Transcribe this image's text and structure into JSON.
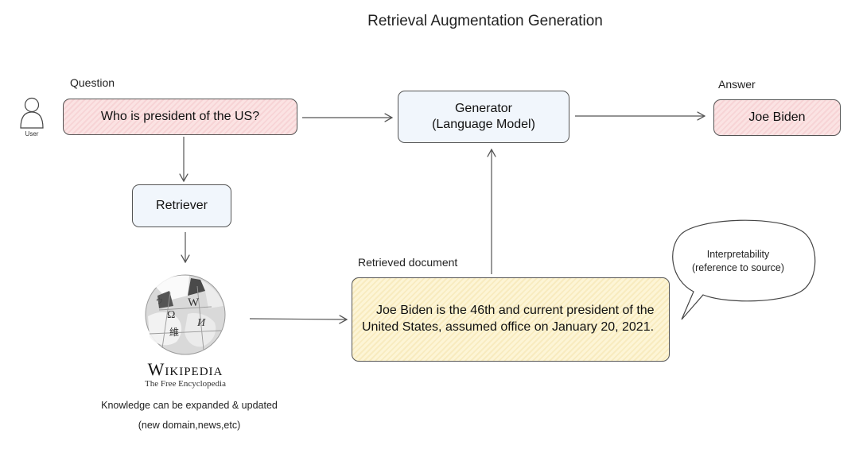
{
  "title": "Retrieval Augmentation Generation",
  "user": {
    "label": "User",
    "icon": "user-icon"
  },
  "question": {
    "heading": "Question",
    "text": "Who is president of the US?"
  },
  "generator": {
    "line1": "Generator",
    "line2": "(Language Model)"
  },
  "answer": {
    "heading": "Answer",
    "text": "Joe Biden"
  },
  "retriever": {
    "text": "Retriever"
  },
  "source": {
    "name": "Wikipedia",
    "tagline": "The Free Encyclopedia",
    "logo_icon": "wikipedia-globe-icon",
    "note_line1": "Knowledge can be expanded & updated",
    "note_line2": "(new domain,news,etc)"
  },
  "document": {
    "heading": "Retrieved document",
    "text": "Joe Biden is the 46th and current president of the United States, assumed office on January 20, 2021."
  },
  "callout": {
    "line1": "Interpretability",
    "line2": "(reference to source)"
  },
  "colors": {
    "pink_fill": "#f9dcdc",
    "blue_fill": "#f1f6fc",
    "yellow_fill": "#fbf0c9",
    "stroke": "#555555"
  }
}
